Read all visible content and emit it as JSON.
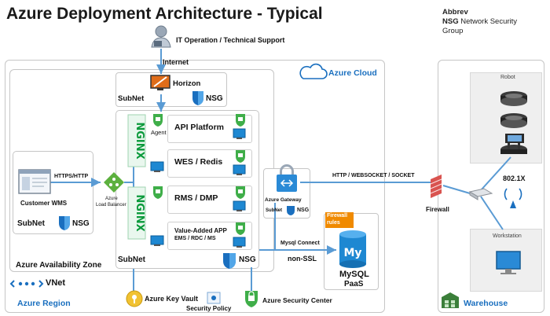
{
  "title": "Azure Deployment Architecture - Typical",
  "abbrev": {
    "heading": "Abbrev",
    "key": "NSG",
    "value_line1": "Network Security",
    "value_line2": "Group"
  },
  "support": {
    "label": "IT Operation / Technical Support"
  },
  "internet_label": "Internet",
  "azure_cloud_label": "Azure Cloud",
  "azure_region_label": "Azure Region",
  "availability_zone_label": "Azure Availability Zone",
  "vnet_label": "VNet",
  "horizon": {
    "name": "Horizon",
    "subnet": "SubNet",
    "nsg": "NSG"
  },
  "agent_label": "Agent",
  "services": [
    {
      "name": "API Platform"
    },
    {
      "name": "WES / Redis"
    },
    {
      "name": "RMS / DMP"
    },
    {
      "name": "Value-Added APP",
      "sub": "EMS / RDC / MS"
    }
  ],
  "app_subnet": {
    "subnet": "SubNet",
    "nsg": "NSG"
  },
  "customer": {
    "name": "Customer WMS",
    "subnet": "SubNet",
    "nsg": "NSG"
  },
  "https_label": "HTTPS/HTTP",
  "load_balancer": {
    "line1": "Azure",
    "line2": "Load Balancer"
  },
  "gateway": {
    "name": "Azure Gateway",
    "subnet": "SubNet",
    "nsg": "NSG"
  },
  "firewall_rules": {
    "line1": "Firewall",
    "line2": "rules"
  },
  "mysql": {
    "connect": "Mysql Connect",
    "nonssl": "non-SSL",
    "name": "MySQL",
    "sub": "PaaS"
  },
  "protocol_label": "HTTP / WEBSOCKET / SOCKET",
  "firewall_label": "Firewall",
  "wifi_label": "802.1X",
  "robot_label": "Robot",
  "workstation_label": "Workstation",
  "warehouse_label": "Warehouse",
  "key_vault_label": "Azure Key Vault",
  "security_policy_label": "Security Policy",
  "security_center_label": "Azure Security Center",
  "colors": {
    "azure_blue": "#1a6fbf",
    "nginx_green": "#0b9a3c",
    "firewall_orange": "#f08a00",
    "border_gray": "#b5b5b5"
  }
}
